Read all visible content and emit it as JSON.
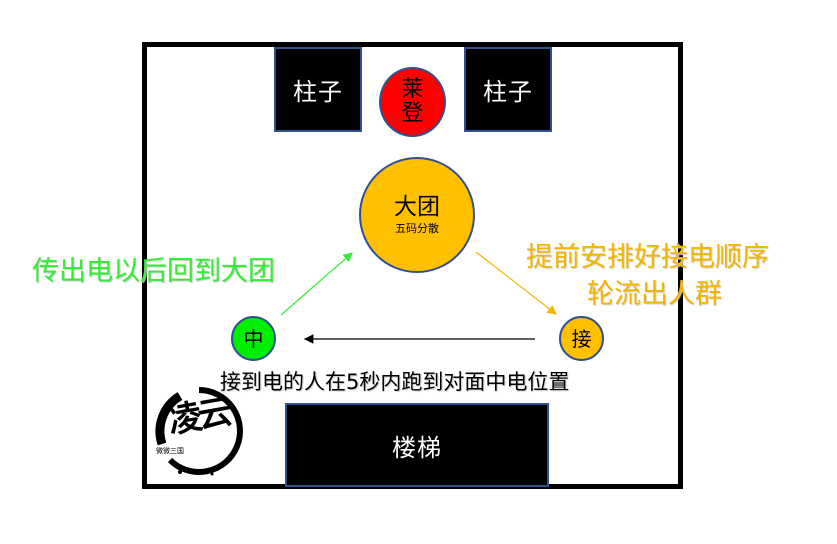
{
  "room": {
    "pillar_left": "柱子",
    "pillar_right": "柱子",
    "stairs": "楼梯"
  },
  "nodes": {
    "laideng": {
      "line1": "莱",
      "line2": "登",
      "color": "#ff0000"
    },
    "datuan": {
      "title": "大团",
      "subtitle": "五码分散",
      "color": "#ffc000"
    },
    "zhong": {
      "label": "中",
      "color": "#00ee00"
    },
    "jie": {
      "label": "接",
      "color": "#ffc000"
    }
  },
  "annotations": {
    "green_note": "传出电以后回到大团",
    "orange_note_line1": "提前安排好接电顺序",
    "orange_note_line2": "轮流出人群",
    "black_note": "接到电的人在5秒内跑到对面中电位置"
  },
  "logo": {
    "main": "凌云",
    "sub": "微微三国"
  },
  "colors": {
    "green": "#33ee33",
    "orange": "#f2b600",
    "border_blue": "#2f528f"
  }
}
